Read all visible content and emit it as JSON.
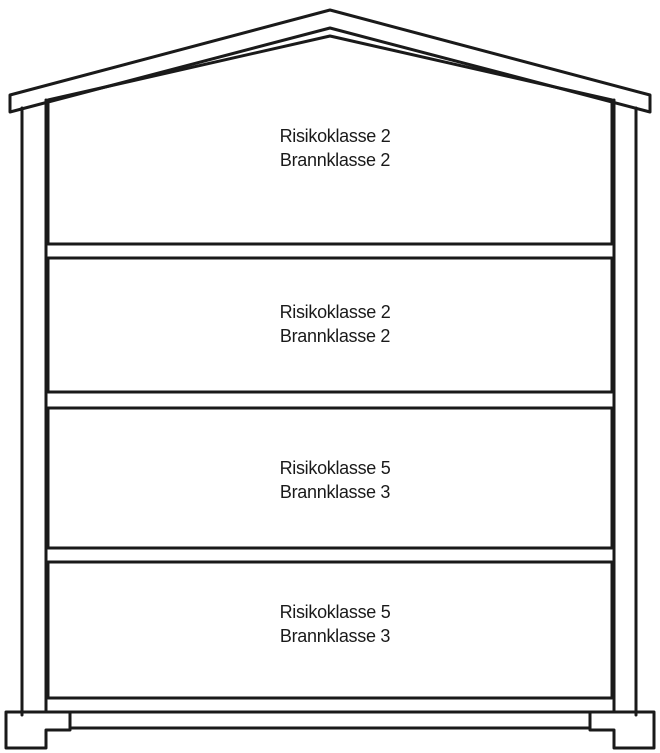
{
  "floors": [
    {
      "line1": "Risikoklasse 2",
      "line2": "Brannklasse 2"
    },
    {
      "line1": "Risikoklasse 2",
      "line2": "Brannklasse 2"
    },
    {
      "line1": "Risikoklasse 5",
      "line2": "Brannklasse 3"
    },
    {
      "line1": "Risikoklasse 5",
      "line2": "Brannklasse 3"
    }
  ]
}
